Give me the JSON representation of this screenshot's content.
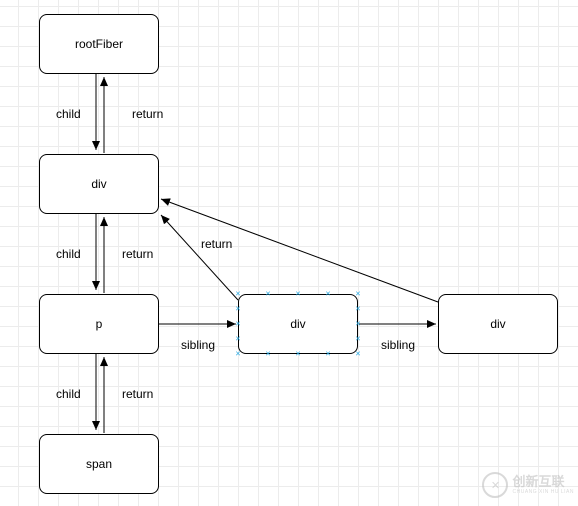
{
  "nodes": {
    "root_fiber": "rootFiber",
    "div_top": "div",
    "p": "p",
    "span": "span",
    "div_middle": "div",
    "div_right": "div"
  },
  "edge_labels": {
    "root_child": "child",
    "root_return": "return",
    "div_child": "child",
    "div_return": "return",
    "p_child": "child",
    "p_return": "return",
    "middle_return": "return",
    "p_sibling": "sibling",
    "middle_sibling": "sibling"
  },
  "selection": {
    "selected_node": "div_middle",
    "handle_color": "#29a8e0"
  },
  "watermark": {
    "main": "创新互联",
    "sub": "CHUANG XIN HU LIAN"
  }
}
